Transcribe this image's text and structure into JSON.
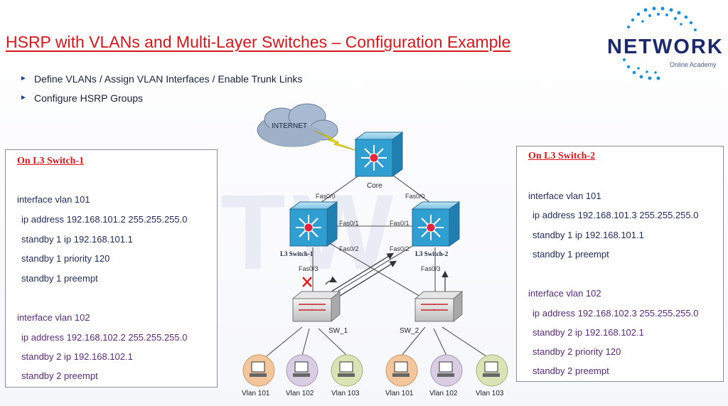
{
  "title": "HSRP with VLANs and Multi-Layer Switches – Configuration Example",
  "bullets": [
    "Define VLANs /  Assign VLAN Interfaces / Enable Trunk Links",
    "Configure HSRP Groups"
  ],
  "logo": {
    "word": "NETWORK",
    "sub": "Online Academy"
  },
  "watermark": "ETW",
  "switch1_box": {
    "title": "On L3 Switch-1",
    "lines": [
      "interface vlan 101",
      "ip address 192.168.101.2 255.255.255.0",
      "standby 1 ip 192.168.101.1",
      "standby 1 priority 120",
      "standby 1 preempt",
      "interface vlan 102",
      "ip address 192.168.102.2 255.255.255.0",
      "standby 2 ip 192.168.102.1",
      "standby 2 preempt"
    ]
  },
  "switch2_box": {
    "title": "On L3 Switch-2",
    "lines": [
      "interface vlan 101",
      "ip address 192.168.101.3 255.255.255.0",
      "standby 1 ip 192.168.101.1",
      "standby 1 preempt",
      "interface vlan 102",
      "ip address 192.168.102.3 255.255.255.0",
      "standby 2 ip 192.168.102.1",
      "standby 2 priority 120",
      "standby 2 preempt"
    ]
  },
  "diagram": {
    "internet_label": "INTERNET",
    "core_label": "Core",
    "switch1_label": "L3 Switch-1",
    "switch2_label": "L3 Switch-2",
    "sw1_label": "SW_1",
    "sw2_label": "SW_2",
    "ports": {
      "core_left": "Fas0/0",
      "core_right": "Fas0/0",
      "s1_trunk": "Fas0/1",
      "s2_trunk": "Fas0/1",
      "s1_down": "Fas0/2",
      "s2_down": "Fas0/2",
      "s1_access": "Fas0/3",
      "s2_access": "Fas0/3"
    },
    "hosts": [
      "Vlan 101",
      "Vlan 102",
      "Vlan 103",
      "Vlan 101",
      "Vlan 102",
      "Vlan 103"
    ],
    "colors": {
      "l3_switch": "#2f9fd1",
      "vlan101": "#f3c79b",
      "vlan102": "#d8cde3",
      "vlan103": "#d9e3b6",
      "cloud": "#9fb1c8",
      "lightning": "#f2e600",
      "failure_mark": "#e0221e"
    }
  }
}
